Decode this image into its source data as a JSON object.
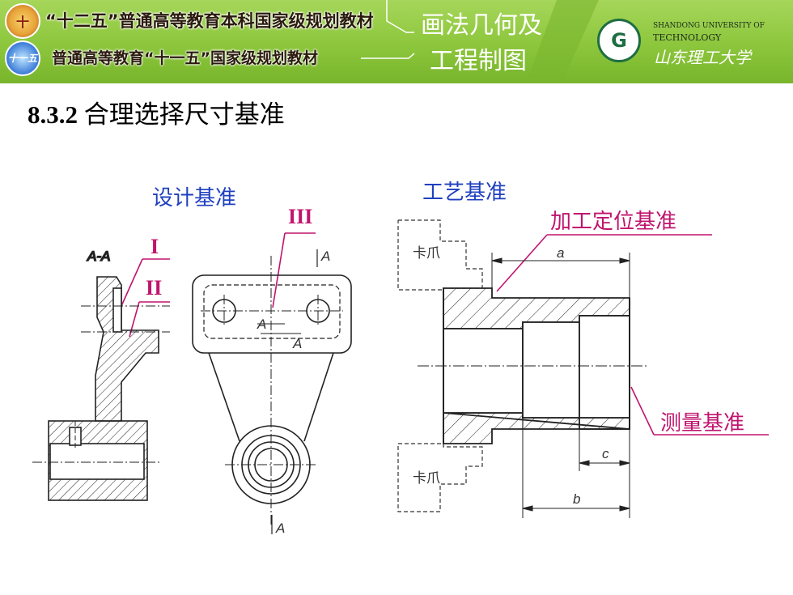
{
  "header": {
    "line1": "“十二五”普通高等教育本科国家级规划教材",
    "line2": "普通高等教育“十一五”国家级规划教材",
    "subject_line1": "画法几何及",
    "subject_line2": "工程制图",
    "uni_en_line1": "SHANDONG UNIVERSITY OF",
    "uni_en_line2": "TECHNOLOGY",
    "uni_cn": "山东理工大学",
    "logo1_glyph": "十",
    "logo2_glyph": "十一五"
  },
  "section": {
    "number": "8.3.2",
    "title": "合理选择尺寸基准"
  },
  "labels": {
    "design_datum": "设计基准",
    "process_datum": "工艺基准",
    "machining_datum": "加工定位基准",
    "measuring_datum": "测量基准",
    "roman_1": "I",
    "roman_2": "II",
    "roman_3": "III"
  },
  "drawing": {
    "section_label": "A-A",
    "cut_label_top": "A",
    "cut_label_bottom": "A",
    "view_label": "A",
    "chuck_label": "卡爪",
    "dim_a": "a",
    "dim_b": "b",
    "dim_c": "c"
  },
  "colors": {
    "banner": "#8dc63f",
    "blue": "#1f3fbf",
    "magenta": "#c0146e"
  }
}
